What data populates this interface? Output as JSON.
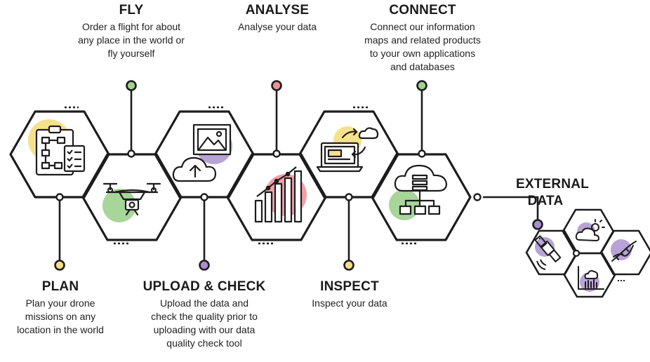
{
  "colors": {
    "outline": "#1d1d1d",
    "green": "#a8d59a",
    "green_dot": "#9fd18c",
    "pink": "#f1a1a6",
    "pink_dot": "#f08e93",
    "yellow": "#f6e18b",
    "yellow_dot": "#f7de83",
    "purple": "#b8a3d6",
    "purple_dot": "#a98dd0"
  },
  "steps": {
    "plan": {
      "title": "PLAN",
      "desc": "Plan your drone missions on any location in the world",
      "lines": [
        "Plan your drone",
        "missions on any",
        "location in the world"
      ]
    },
    "fly": {
      "title": "FLY",
      "lines": [
        "Order a flight for about",
        "any place in the world or",
        "fly yourself"
      ]
    },
    "upload": {
      "title": "UPLOAD & CHECK",
      "lines": [
        "Upload the data and",
        "check the quality prior to",
        "uploading with our data",
        "quality check tool"
      ]
    },
    "analyse": {
      "title": "ANALYSE",
      "lines": [
        "Analyse your data"
      ]
    },
    "inspect": {
      "title": "INSPECT",
      "lines": [
        "Inspect your data"
      ]
    },
    "connect": {
      "title": "CONNECT",
      "lines": [
        "Connect our information",
        "maps and related products",
        "to your own applications",
        "and databases"
      ]
    },
    "external": {
      "title_lines": [
        "EXTERNAL",
        "DATA"
      ]
    }
  },
  "icons": {
    "plan": "flowchart-clipboard-icon",
    "fly": "drone-icon",
    "upload": "cloud-upload-icon",
    "analyse": "bar-chart-icon",
    "inspect": "laptop-sync-icon",
    "connect": "cloud-network-icon",
    "ext_1": "weather-icon",
    "ext_2": "satellite-icon",
    "ext_3": "dna-icon",
    "ext_4": "sensor-chart-icon"
  }
}
